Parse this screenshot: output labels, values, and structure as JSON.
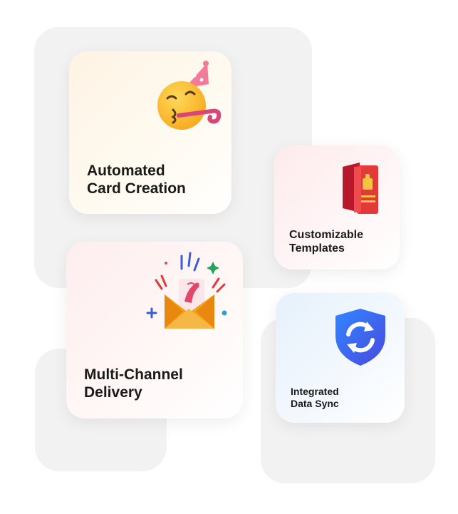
{
  "features": [
    {
      "line1": "Automated",
      "line2": "Card Creation",
      "icon": "party-face-icon"
    },
    {
      "line1": "Customizable",
      "line2": "Templates",
      "icon": "greeting-card-icon"
    },
    {
      "line1": "Multi-Channel",
      "line2": "Delivery",
      "icon": "party-envelope-icon"
    },
    {
      "line1": "Integrated",
      "line2": "Data Sync",
      "icon": "sync-shield-icon"
    }
  ]
}
